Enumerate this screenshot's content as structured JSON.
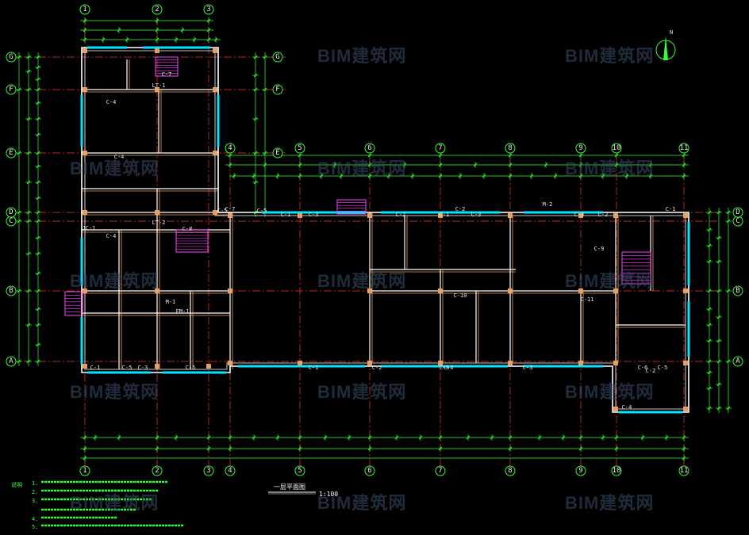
{
  "drawing": {
    "title": "一层平面图",
    "scale": "1:100",
    "north_label": "N",
    "notes_heading": "说明",
    "notes": [
      "1.",
      "2.",
      "3.",
      "4.",
      "5."
    ],
    "watermark": "BIM建筑网"
  },
  "grid_axes": {
    "vertical": [
      "1",
      "2",
      "3",
      "4",
      "5",
      "6",
      "7",
      "8",
      "9",
      "10",
      "11"
    ],
    "horizontal": [
      "A",
      "B",
      "C",
      "D",
      "E",
      "F",
      "G"
    ]
  },
  "room_labels": [
    "C-1",
    "C-2",
    "C-3",
    "C-4",
    "C-5",
    "C-6",
    "C-7",
    "C-8",
    "C-9",
    "C-10",
    "C-11",
    "LT-1",
    "LT-2",
    "M-1",
    "M-2",
    "FM-1",
    "JC-1"
  ],
  "colors": {
    "background": "#000000",
    "wall": "#ffffff",
    "column": "#e8a060",
    "window": "#00e5ff",
    "grid": "#ff3030",
    "dimension": "#33ff33",
    "stair": "#ff40ff",
    "watermark": "#3b4f6e"
  }
}
